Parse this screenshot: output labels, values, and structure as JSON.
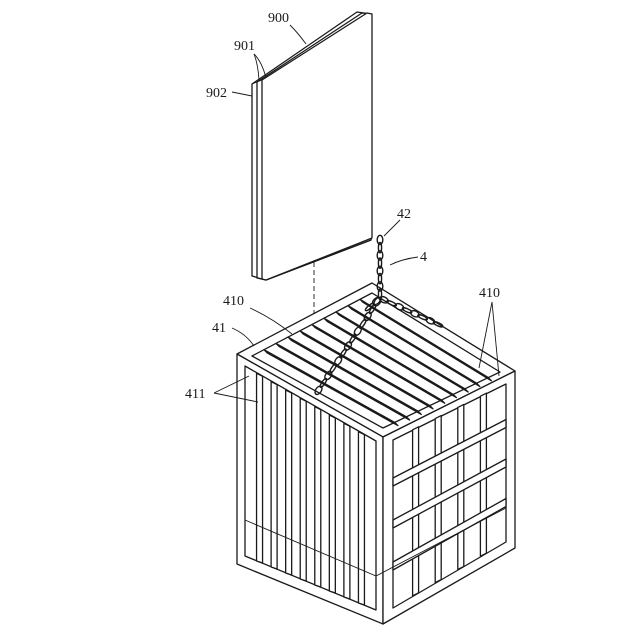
{
  "figure": {
    "labels": {
      "panel": "900",
      "layer_outer": "901",
      "layer_inner": "902",
      "chain_top": "42",
      "chain": "4",
      "cage_top_bars": "410",
      "cage": "41",
      "cage_side_bars": "411",
      "cage_right_bars": "410"
    },
    "colors": {
      "ink": "#1a1a1a",
      "paper": "#ffffff"
    }
  }
}
